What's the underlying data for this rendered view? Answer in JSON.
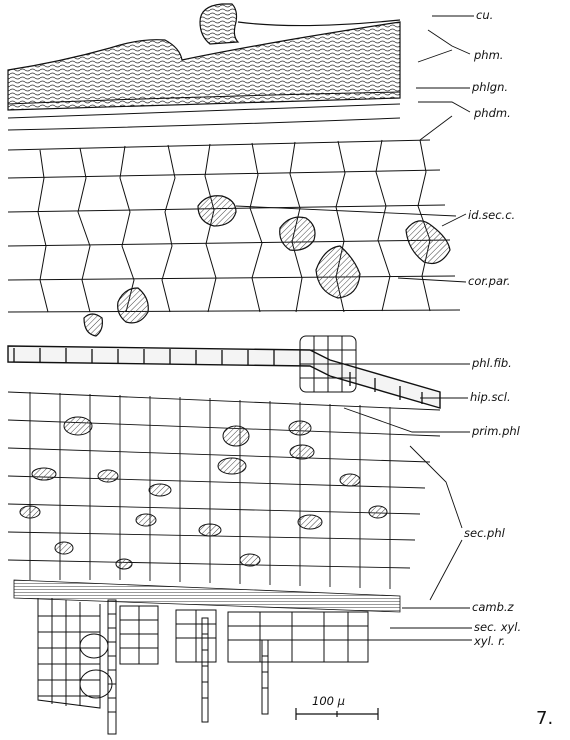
{
  "labels": {
    "cu": "cu.",
    "phm": "phm.",
    "phlgn": "phlgn.",
    "phdm": "phdm.",
    "id_sec_c": "id.sec.c.",
    "cor_par": "cor.par.",
    "phl_fib": "phl.fib.",
    "hip_scl": "hip.scl.",
    "prim_phl": "prim.phl",
    "sec_phl": "sec.phl",
    "camb_z": "camb.z",
    "sec_xyl": "sec. xyl.",
    "xyl_r": "xyl. r."
  },
  "scale_bar": "100 µ",
  "figure_number": "7."
}
